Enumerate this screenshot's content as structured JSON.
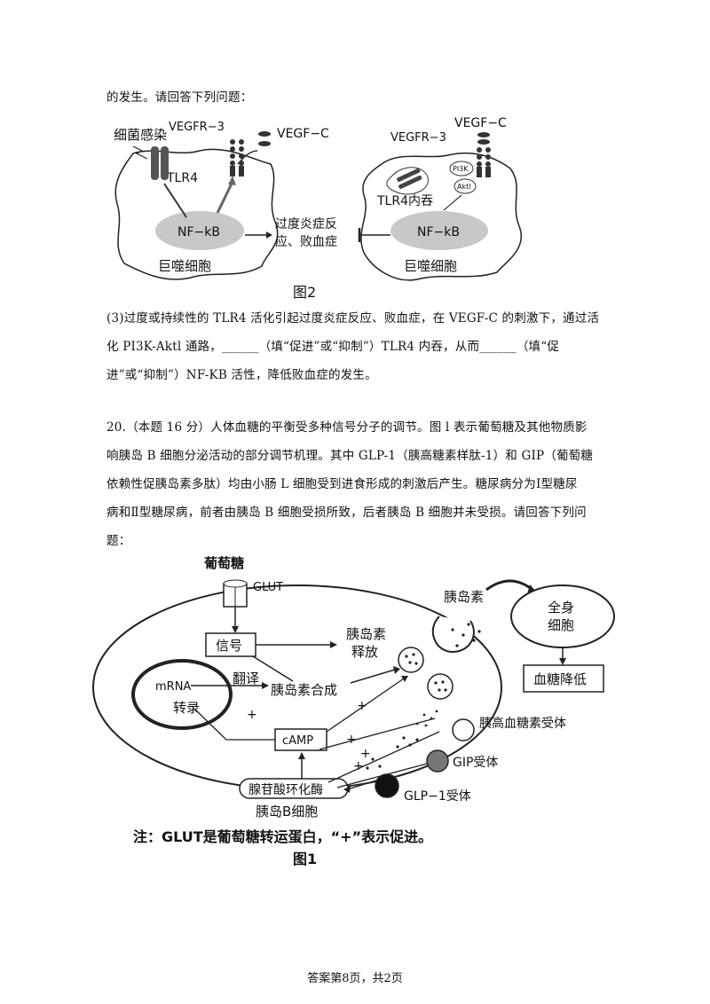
{
  "intro_line": "的发生。请回答下列问题：",
  "fig2": {
    "caption": "图2",
    "left": {
      "label_bacteria": "细菌感染",
      "label_vegfr3": "VEGFR−3",
      "label_vegfc": "VEGF−C",
      "label_tlr4": "TLR4",
      "label_nfkb": "NF−kB",
      "label_cell": "巨噬细胞",
      "label_outcome_1": "过度炎症反",
      "label_outcome_2": "应、败血症"
    },
    "right": {
      "label_vegfc": "VEGF−C",
      "label_vegfr3": "VEGFR−3",
      "label_pi3k": "PI3K",
      "label_aktl": "Aktl",
      "label_tlr4": "TLR4内吞",
      "label_nfkb": "NF−kB",
      "label_cell": "巨噬细胞"
    }
  },
  "q3": {
    "line1": "(3)过度或持续性的 TLR4 活化引起过度炎症反应、败血症，在 VEGF-C 的刺激下，通过活",
    "line2": "化 PI3K-Aktl 通路，______（填“促进”或“抑制”）TLR4 内吞，从而______（填“促",
    "line3": "进”或“抑制”）NF-KB 活性，降低败血症的发生。"
  },
  "q20": {
    "line1": "20.（本题 16 分）人体血糖的平衡受多种信号分子的调节。图 l 表示葡萄糖及其他物质影",
    "line2": "响胰岛 B 细胞分泌活动的部分调节机理。其中 GLP-1（胰高糖素样肽-1）和 GIP（葡萄糖",
    "line3": "依赖性促胰岛素多肽）均由小肠 L 细胞受到进食形成的刺激后产生。糖尿病分为Ⅰ型糖尿",
    "line4": "病和Ⅱ型糖尿病，前者由胰岛 B 细胞受损所致，后者胰岛 B 细胞并未受损。请回答下列问",
    "line5": "题："
  },
  "fig1": {
    "caption": "图1",
    "note": "注：GLUT是葡萄糖转运蛋白，“+”表示促进。",
    "label_glucose": "葡萄糖",
    "label_glut": "GLUT",
    "label_insulin_out": "胰岛素",
    "label_body_cells_1": "全身",
    "label_body_cells_2": "细胞",
    "label_blood_sugar": "血糖降低",
    "label_signal": "信号",
    "label_release_1": "胰岛素",
    "label_release_2": "释放",
    "label_mrna": "mRNA",
    "label_translate": "翻译",
    "label_synthesis": "胰岛素合成",
    "label_transcribe": "转录",
    "label_camp": "cAMP",
    "label_adenylate": "腺苷酸环化酶",
    "label_cell": "胰岛B细胞",
    "label_glucagon_receptor": "胰高血糖素受体",
    "label_gip_receptor": "GIP受体",
    "label_glp1_receptor": "GLP−1受体",
    "plus_sign": "+"
  },
  "footer": "答案第8页，共2页"
}
